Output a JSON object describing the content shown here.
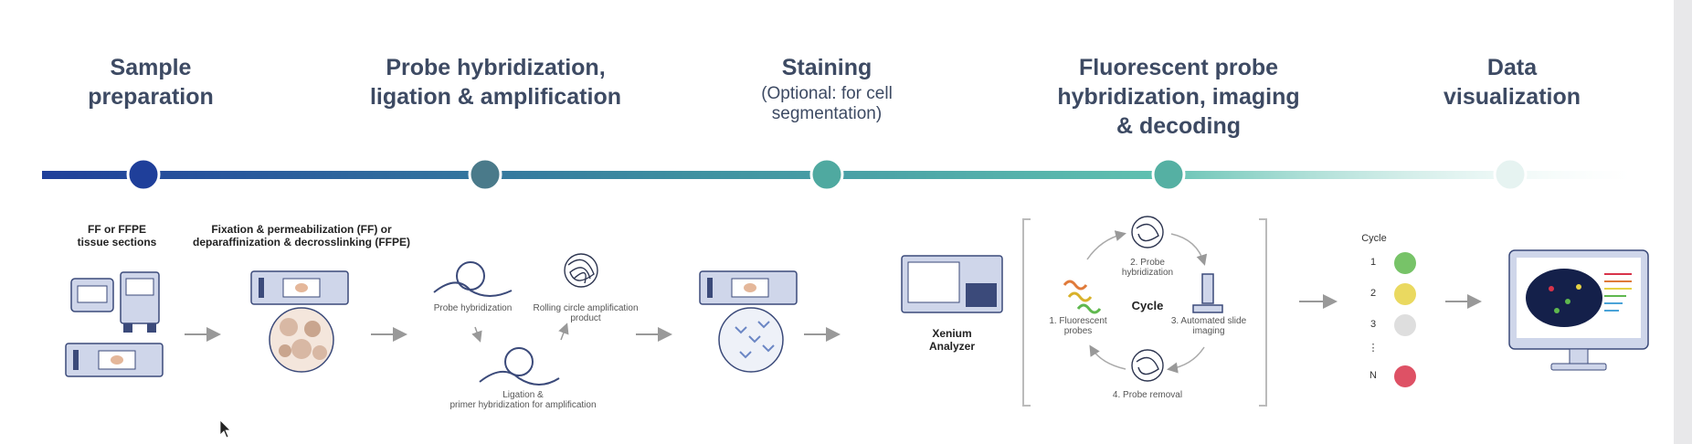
{
  "stages": [
    {
      "title": "Sample\npreparation",
      "subtitle": ""
    },
    {
      "title": "Probe hybridization,\nligation & amplification",
      "subtitle": ""
    },
    {
      "title": "Staining",
      "subtitle": "(Optional: for cell\nsegmentation)"
    },
    {
      "title": "Fluorescent probe\nhybridization, imaging\n& decoding",
      "subtitle": ""
    },
    {
      "title": "Data\nvisualization",
      "subtitle": ""
    }
  ],
  "labels": {
    "tissue": "FF or FFPE\ntissue sections",
    "fixation": "Fixation & permeabilization (FF) or\ndeparaffinization & decrosslinking (FFPE)",
    "probe_hyb": "Probe hybridization",
    "rca": "Rolling circle amplification\nproduct",
    "ligation": "Ligation &\nprimer hybridization for amplification",
    "analyzer": "Xenium\nAnalyzer",
    "cycle_center": "Cycle",
    "cycle_steps": [
      "1. Fluorescent\nprobes",
      "2. Probe\nhybridization",
      "3. Automated slide\nimaging",
      "4. Probe removal"
    ],
    "cycle_list_title": "Cycle",
    "cycle_list": [
      "1",
      "2",
      "3",
      "⋮",
      "N"
    ]
  },
  "colors": {
    "timeline_start": "#1f3f9a",
    "timeline_mid": "#3d8fa0",
    "timeline_end": "#5fc0b0",
    "node_colors": [
      "#1f3f9a",
      "#4a7a8a",
      "#4fa9a0",
      "#55b0a3",
      "#e6f3f1"
    ],
    "title": "#3d4a63",
    "illustration": "#cfd6ea",
    "illustration_stroke": "#3b4a7a",
    "cycle_dots": [
      "#5fb84e",
      "#e6d244",
      "#dadada",
      "#d8334a"
    ]
  }
}
